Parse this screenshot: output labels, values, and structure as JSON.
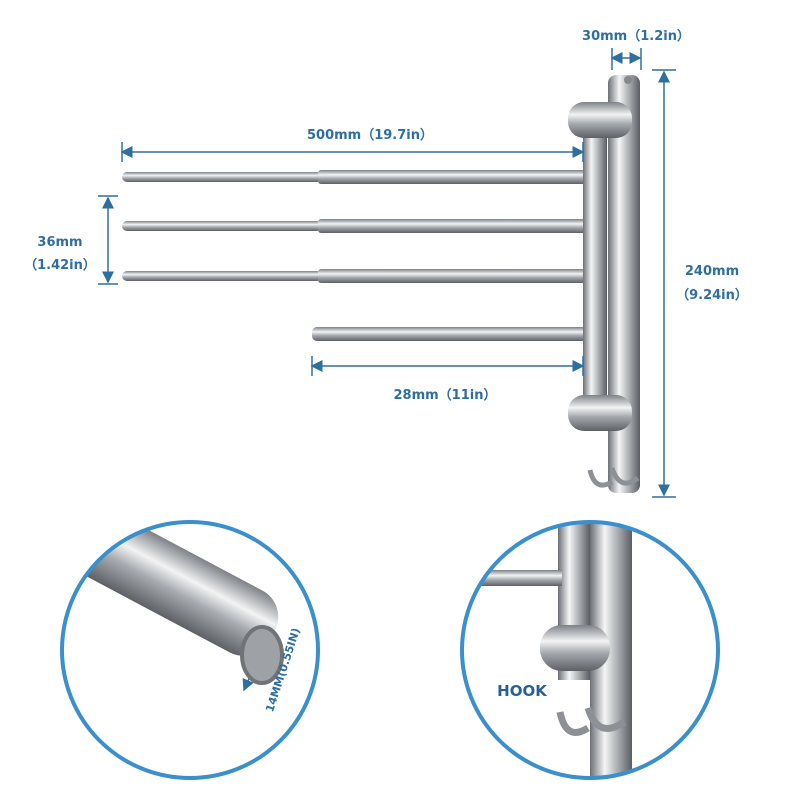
{
  "dimensions": {
    "rod_length": "500mm（19.7in）",
    "rod_spacing_mm": "36mm",
    "rod_spacing_in": "（1.42in）",
    "short_rod": "28mm（11in）",
    "depth": "30mm（1.2in）",
    "height_mm": "240mm",
    "height_in": "（9.24in）",
    "rod_diameter": "14MM(0.55IN)"
  },
  "detail_labels": {
    "hook": "HOOK"
  },
  "colors": {
    "dimension": "#2f6f9f",
    "circle": "#3a8fcc",
    "steel": "#b8bcc0"
  }
}
